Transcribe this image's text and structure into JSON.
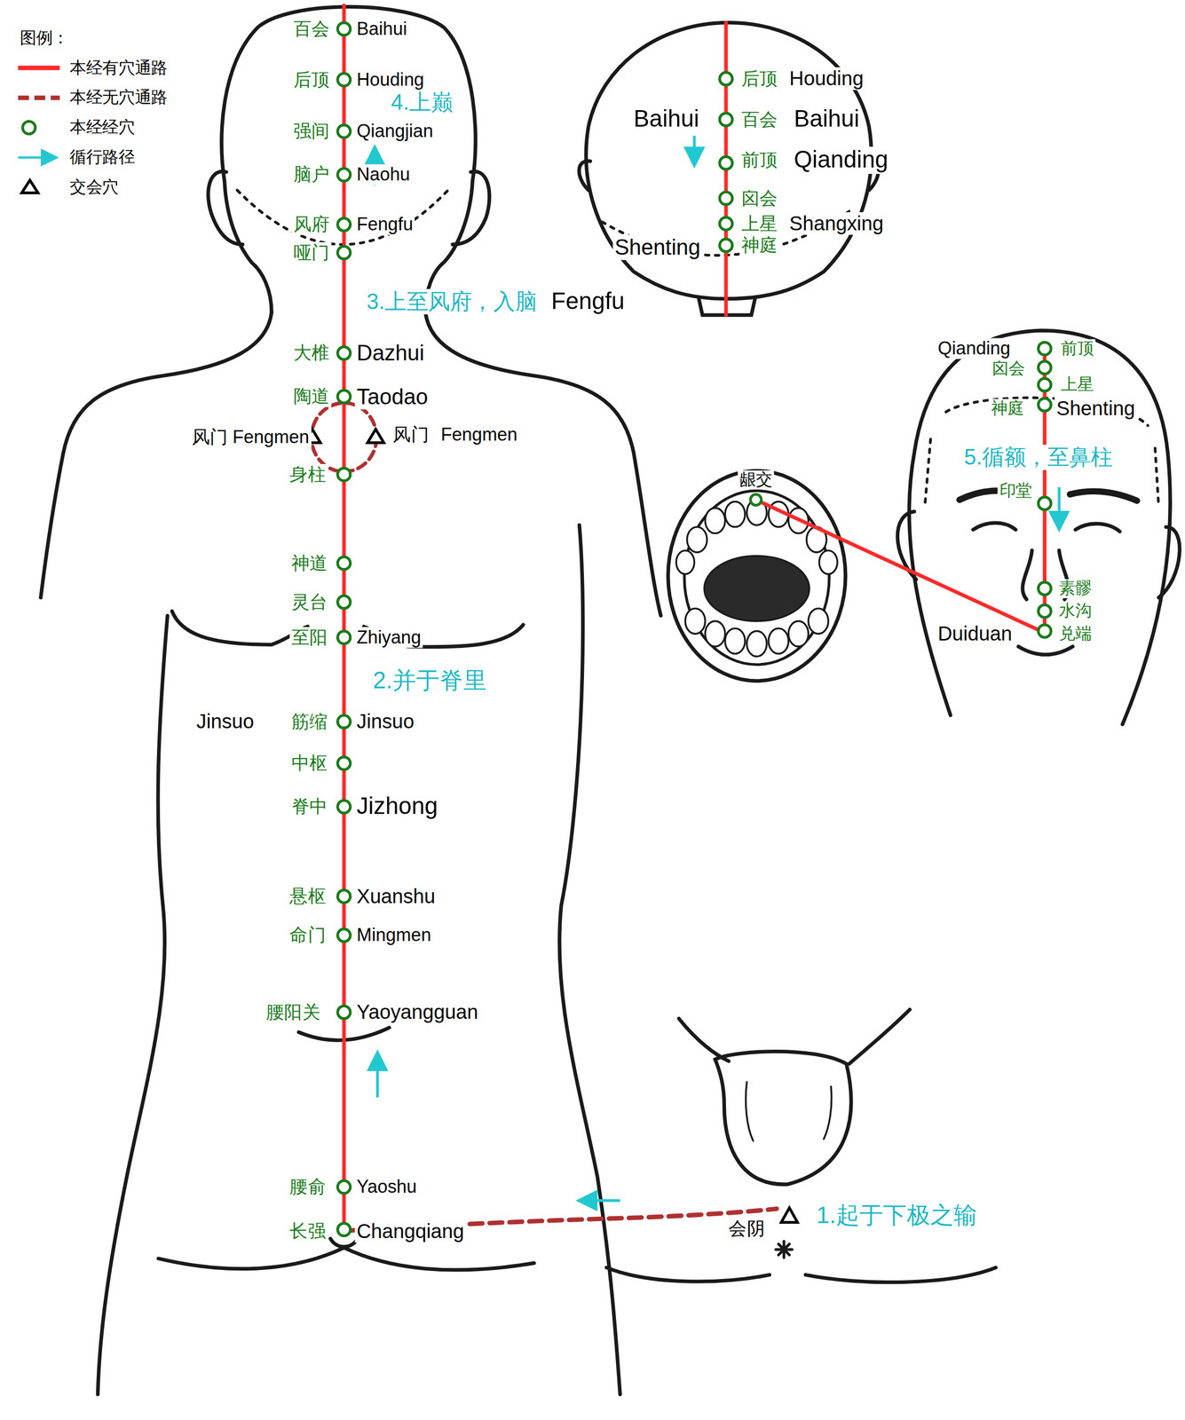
{
  "diagram": {
    "labels": [
      "图例：",
      "4.上巅",
      "百会",
      "Baihui",
      "后顶",
      "Houding",
      "强间",
      "Qiangjian",
      "脑户",
      "Naohu",
      "风府",
      "Fengfu",
      "哑门",
      "3.上至风府，入脑",
      "Fengfu",
      "大椎",
      "Dazhui",
      "陶道",
      "Taodao",
      "风门",
      "Fengmen",
      "风门",
      "Fengmen",
      "身柱",
      "神道",
      "灵台",
      "至阳",
      "Zhiyang",
      "2.并于脊里",
      "Jinsuo",
      "筋缩",
      "Jinsuo",
      "中枢",
      "脊中",
      "Jizhong",
      "悬枢",
      "Xuanshu",
      "命门",
      "Mingmen",
      "腰阳关",
      "Yaoyangguan",
      "腰俞",
      "Yaoshu",
      "长强",
      "Changqiang",
      "会阴",
      "1.起于下极之输",
      "后顶",
      "Houding",
      "Baihui",
      "百会",
      "Baihui",
      "前顶",
      "Qianding",
      "囟会",
      "上星",
      "Shangxing",
      "Shenting",
      "神庭",
      "Qianding",
      "前顶",
      "囟会",
      "上星",
      "神庭",
      "Shenting",
      "5.循额，至鼻柱",
      "印堂",
      "素髎",
      "水沟",
      "兑端",
      "Duiduan",
      "龈交"
    ],
    "legend": [
      {
        "text": "本经有穴通路"
      },
      {
        "text": "本经无穴通路"
      },
      {
        "text": "本经经穴"
      },
      {
        "text": "循行路径"
      },
      {
        "text": "交会穴"
      }
    ]
  }
}
